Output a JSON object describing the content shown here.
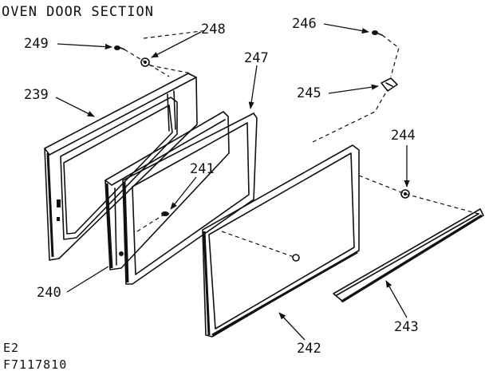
{
  "title": "OVEN DOOR SECTION",
  "footer": {
    "line1": "E2",
    "line2": "F7117810"
  },
  "callouts": {
    "c249": "249",
    "c248": "248",
    "c246": "246",
    "c247": "247",
    "c239": "239",
    "c245": "245",
    "c244": "244",
    "c241": "241",
    "c240": "240",
    "c242": "242",
    "c243": "243"
  }
}
